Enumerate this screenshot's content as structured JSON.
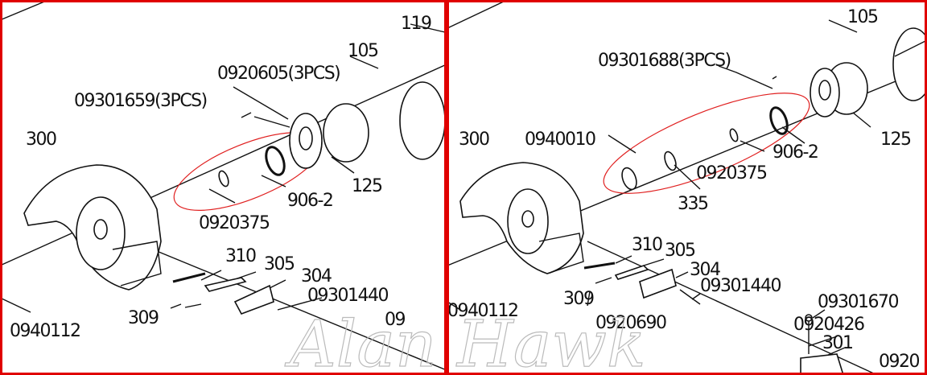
{
  "watermark": "Alan Hawk",
  "colors": {
    "frame": "#e00000",
    "highlight": "#e02020",
    "ink": "#111111"
  },
  "left_panel": {
    "labels": [
      "119",
      "105",
      "0920605(3PCS)",
      "09301659(3PCS)",
      "300",
      "0920375",
      "906-2",
      "125",
      "310",
      "305",
      "304",
      "09301440",
      "309",
      "0940112",
      "09"
    ]
  },
  "right_panel": {
    "labels": [
      "105",
      "09301688(3PCS)",
      "300",
      "0940010",
      "125",
      "906-2",
      "0920375",
      "335",
      "310",
      "305",
      "304",
      "09301440",
      "309",
      "0940112",
      "09301670",
      "0920690",
      "0920426",
      "301",
      "0920"
    ]
  }
}
